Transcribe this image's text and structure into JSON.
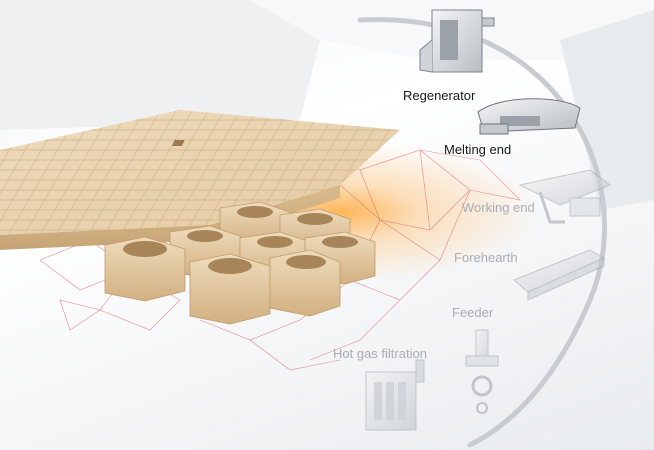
{
  "process_steps": [
    {
      "label": "Regenerator",
      "state": "active",
      "icon": "regenerator-icon"
    },
    {
      "label": "Melting end",
      "state": "active",
      "icon": "melting-end-icon"
    },
    {
      "label": "Working end",
      "state": "dim",
      "icon": "working-end-icon"
    },
    {
      "label": "Forehearth",
      "state": "dim",
      "icon": "forehearth-icon"
    },
    {
      "label": "Feeder",
      "state": "dim",
      "icon": "feeder-icon"
    },
    {
      "label": "Hot gas filtration",
      "state": "dim",
      "icon": "hot-gas-filtration-icon"
    }
  ],
  "colors": {
    "active_label": "#1a1a1a",
    "dim_label": "#a9adb3",
    "glow": "#ff9a2e",
    "brick": "#e6cfa8",
    "mesh": "#e35b5b"
  }
}
